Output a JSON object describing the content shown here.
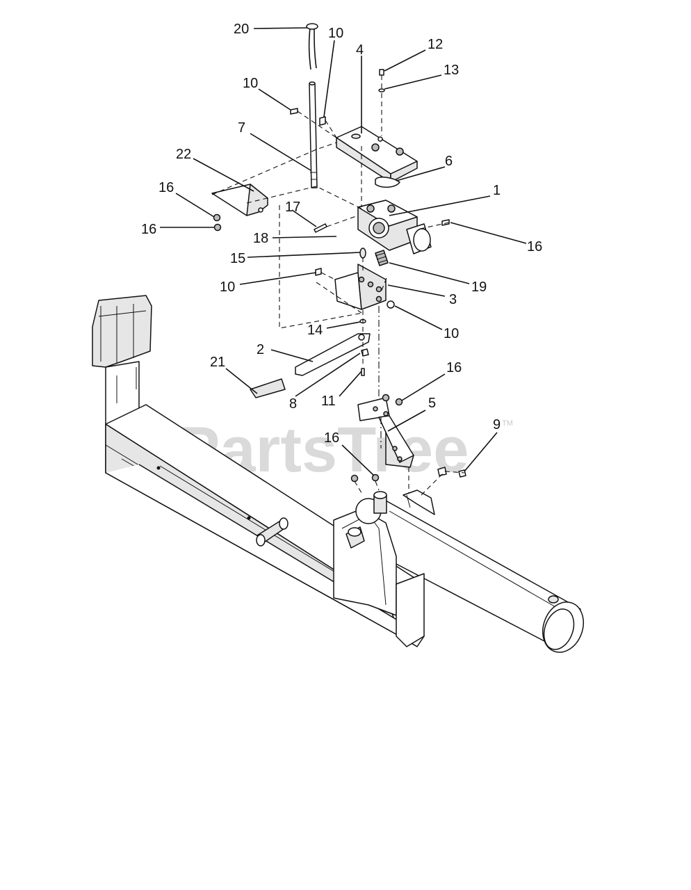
{
  "watermark": {
    "text": "PartsTree",
    "trademark": "TM"
  },
  "callouts": [
    {
      "id": "c20",
      "label": "20"
    },
    {
      "id": "c10a",
      "label": "10"
    },
    {
      "id": "c4",
      "label": "4"
    },
    {
      "id": "c12",
      "label": "12"
    },
    {
      "id": "c13",
      "label": "13"
    },
    {
      "id": "c10b",
      "label": "10"
    },
    {
      "id": "c7",
      "label": "7"
    },
    {
      "id": "c22",
      "label": "22"
    },
    {
      "id": "c6",
      "label": "6"
    },
    {
      "id": "c16a",
      "label": "16"
    },
    {
      "id": "c1",
      "label": "1"
    },
    {
      "id": "c17",
      "label": "17"
    },
    {
      "id": "c16b",
      "label": "16"
    },
    {
      "id": "c18",
      "label": "18"
    },
    {
      "id": "c16c",
      "label": "16"
    },
    {
      "id": "c15",
      "label": "15"
    },
    {
      "id": "c10c",
      "label": "10"
    },
    {
      "id": "c19",
      "label": "19"
    },
    {
      "id": "c3",
      "label": "3"
    },
    {
      "id": "c14",
      "label": "14"
    },
    {
      "id": "c10d",
      "label": "10"
    },
    {
      "id": "c2",
      "label": "2"
    },
    {
      "id": "c21",
      "label": "21"
    },
    {
      "id": "c16d",
      "label": "16"
    },
    {
      "id": "c8",
      "label": "8"
    },
    {
      "id": "c11",
      "label": "11"
    },
    {
      "id": "c5",
      "label": "5"
    },
    {
      "id": "c9",
      "label": "9"
    },
    {
      "id": "c16e",
      "label": "16"
    }
  ]
}
